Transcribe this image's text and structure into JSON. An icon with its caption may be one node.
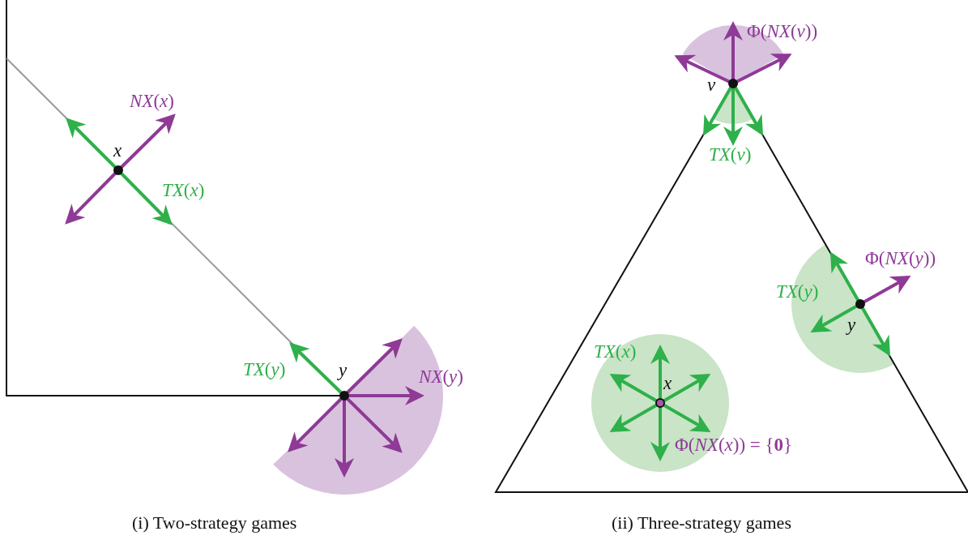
{
  "diagram": {
    "labels": [
      "*NX*(*x*)",
      "*x*",
      "*TX*(*x*)",
      "*TX*(*y*)",
      "*y*",
      "*NX*(*y*)",
      "Φ(*NX*(*v*))",
      "*v*",
      "*TX*(*v*)",
      "Φ(*NX*(*y*))",
      "*TX*(*y*)",
      "*y*",
      "*TX*(*x*)",
      "*x*",
      "Φ(*NX*(*x*)) = {**0**}",
      "(i) Two-strategy games",
      "(ii) Three-strategy games"
    ]
  }
}
